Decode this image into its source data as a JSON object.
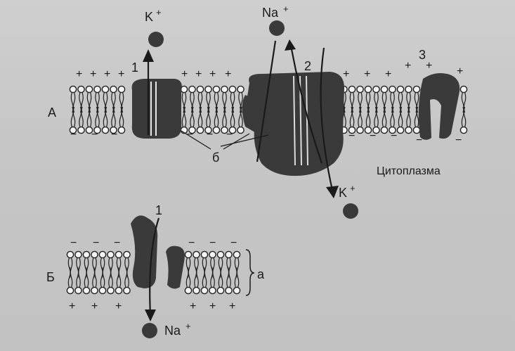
{
  "labels": {
    "panel_a": "А",
    "panel_b": "Б",
    "num_1_top": "1",
    "num_2": "2",
    "num_3": "3",
    "num_1_bottom": "1",
    "letter_b": "б",
    "letter_a": "а",
    "cytoplasm": "Цитоплазма",
    "ion_k_top": "K",
    "ion_na_top": "Na",
    "ion_k_bottom": "K",
    "ion_na_bottom": "Na",
    "plus": "+",
    "minus": "−"
  },
  "colors": {
    "protein": "#3a3a3a",
    "lipid_stroke": "#222222",
    "ion": "#3a3a3a"
  }
}
